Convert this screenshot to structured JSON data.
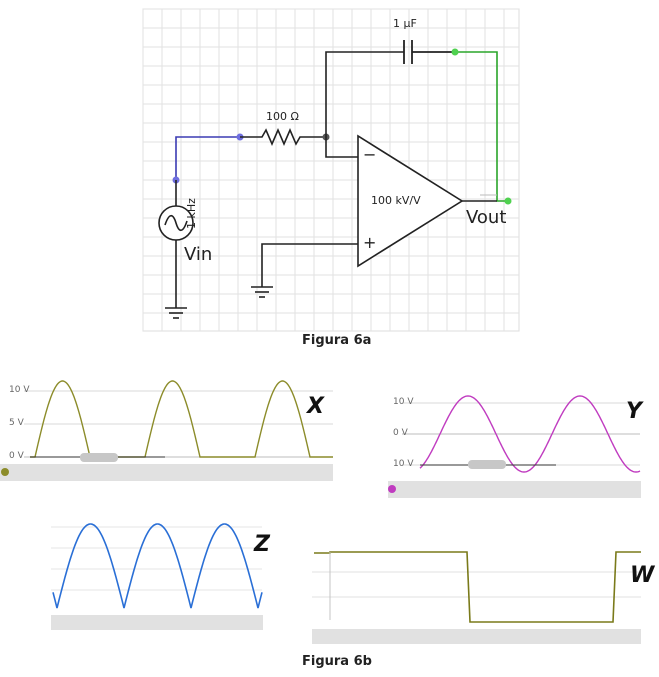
{
  "circuit": {
    "capacitor_label": "1 µF",
    "resistor_label": "100 Ω",
    "opamp_gain_label": "100 kV/V",
    "opamp_minus": "−",
    "opamp_plus": "+",
    "source_freq_label": "1 kHz",
    "source_name": "Vin",
    "output_name": "Vout",
    "wire_colors": {
      "input": "#3b3bb3",
      "feedback": "#2aa52a",
      "default": "#222222"
    }
  },
  "captions": {
    "fig_a": "Figura 6a",
    "fig_b": "Figura 6b"
  },
  "scopes": {
    "x": {
      "label": "X",
      "ticks": [
        "10 V",
        "5 V",
        "0 V"
      ],
      "color": "#8c8c2a"
    },
    "y": {
      "label": "Y",
      "ticks": [
        "10 V",
        "0 V",
        "10 V"
      ],
      "color": "#c03cc0"
    },
    "z": {
      "label": "Z",
      "color": "#2a6fd6"
    },
    "w": {
      "label": "W",
      "color": "#7a7a1a"
    }
  }
}
